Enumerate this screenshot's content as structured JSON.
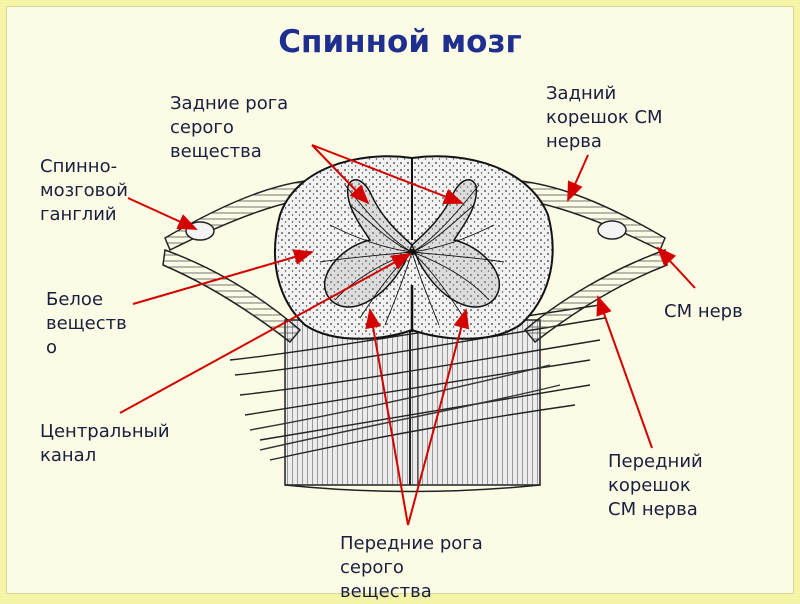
{
  "title": "Спинной мозг",
  "labels": {
    "posterior_horns": "Задние рога\nсерого\nвещества",
    "posterior_root": "Задний\nкорешок СМ\nнерва",
    "ganglion": "Спинно-\nмозговой\nганглий",
    "white_matter": "Белое\nвеществ\nо",
    "sc_nerve": "СМ нерв",
    "central_canal": "Центральный\nканал",
    "anterior_root": "Передний\nкорешок\nСМ нерва",
    "anterior_horns": "Передние рога\nсерого\nвещества"
  },
  "colors": {
    "background": "#f5f5a8",
    "title": "#1f2f8f",
    "arrow": "#d40000",
    "ink": "#1a1a1a"
  }
}
